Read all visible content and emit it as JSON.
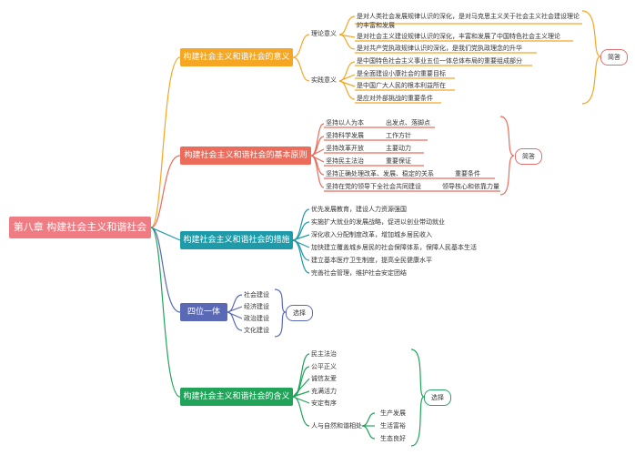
{
  "root": "第八章  构建社会主义和谐社会",
  "branches": {
    "b1": {
      "title": "构建社会主义和谐社会的意义",
      "theory_label": "理论意义",
      "theory_items": [
        "是对人类社会发展规律认识的深化，是对马克思主义关于社会主义社会建设理论的丰富和发展",
        "是对社会主义建设规律认识的深化，丰富和发展了中国特色社会主义理论",
        "是对共产党执政规律认识的深化，是我们党执政理念的升华"
      ],
      "practice_label": "实践意义",
      "practice_items": [
        "是中国特色社会主义事业五位一体总体布局的重要组成部分",
        "是全面建设小康社会的重要目标",
        "是中国广大人民的根本利益所在",
        "是应对外部挑战的重要条件"
      ],
      "tag": "简答"
    },
    "b2": {
      "title": "构建社会主义和谐社会的基本原则",
      "items": [
        {
          "label": "坚持以人为本",
          "sub": "出发点、落脚点"
        },
        {
          "label": "坚持科学发展",
          "sub": "工作方针"
        },
        {
          "label": "坚持改革开放",
          "sub": "主要动力"
        },
        {
          "label": "坚持民主法治",
          "sub": "重要保证"
        },
        {
          "label": "坚持正确处理改革、发展、稳定的关系",
          "sub": "重要条件"
        },
        {
          "label": "坚持在党的领导下全社会共同建设",
          "sub": "领导核心和依靠力量"
        }
      ],
      "tag": "简答"
    },
    "b3": {
      "title": "构建社会主义和谐社会的措施",
      "items": [
        "优先发展教育，建设人力资源强国",
        "实施扩大就业的发展战略，促进以创业带动就业",
        "深化收入分配制度改革，增加城乡居民收入",
        "加快建立覆盖城乡居民的社会保障体系，保障人民基本生活",
        "建立基本医疗卫生制度，提高全民健康水平",
        "完善社会管理，维护社会安定团结"
      ]
    },
    "b4": {
      "title": "四位一体",
      "items": [
        "社会建设",
        "经济建设",
        "政治建设",
        "文化建设"
      ],
      "tag": "选择"
    },
    "b5": {
      "title": "构建社会主义和谐社会的含义",
      "items": [
        "民主法治",
        "公平正义",
        "诚信友爱",
        "充满活力",
        "安定有序",
        "人与自然和谐相处"
      ],
      "sub_items": [
        "生产发展",
        "生活富裕",
        "生态良好"
      ],
      "tag": "选择"
    }
  },
  "colors": {
    "b1": "#f5a623",
    "b2": "#ec6b5a",
    "b3": "#1f9aa8",
    "b4": "#5a69b5",
    "b5": "#21a35a",
    "root": "#f07c83"
  }
}
